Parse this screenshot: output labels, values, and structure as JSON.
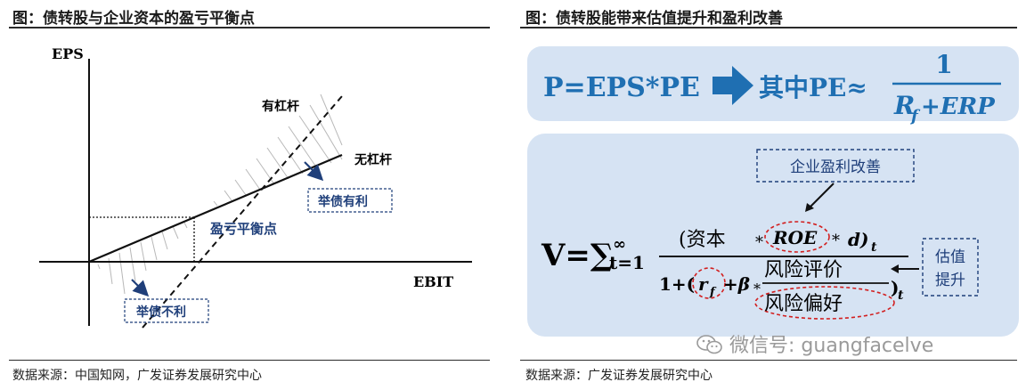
{
  "left": {
    "title": "图：债转股与企业资本的盈亏平衡点",
    "y_axis": "EPS",
    "x_axis": "EBIT",
    "line_leverage": "有杠杆",
    "line_no_leverage": "无杠杆",
    "breakeven": "盈亏平衡点",
    "favorable": "举债有利",
    "unfavorable": "举债不利",
    "source": "数据来源：中国知网，广发证券发展研究中心"
  },
  "right": {
    "title": "图：债转股能带来估值提升和盈利改善",
    "formula_top_left": "P=EPS*PE",
    "formula_top_mid": "其中PE≈",
    "frac_num": "1",
    "frac_den_R": "R",
    "frac_den_f": "f",
    "frac_den_rest": "+ERP",
    "profit_label": "企业盈利改善",
    "valuation_label_1": "估值",
    "valuation_label_2": "提升",
    "v_prefix": "V=∑",
    "sum_sup": "∞",
    "sum_sub": "t=1",
    "num_open": "(资本",
    "num_star1": "*",
    "num_roe": "ROE",
    "num_star2": "*",
    "num_d": "d)",
    "num_t": "t",
    "den_1": "1+(",
    "den_rf": "r",
    "den_rf_sub": "f",
    "den_plus_beta": "+β",
    "den_star": "*",
    "risk_eval": "风险评价",
    "risk_pref": "风险偏好",
    "den_close": ")",
    "den_t": "t",
    "source": "数据来源：广发证券发展研究中心",
    "watermark": "微信号: guangfacelve"
  },
  "colors": {
    "box_fill": "#d6e3f3",
    "arrow_blue": "#1f6fb2",
    "label_blue": "#1f3f7a",
    "dashed_red": "#d21f1f",
    "dashed_navy": "#1f3f7a"
  }
}
